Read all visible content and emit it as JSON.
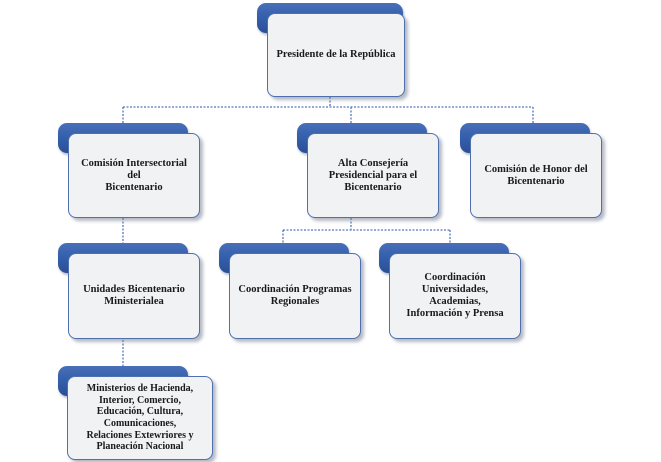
{
  "nodes": {
    "presidente": "Presidente de la República",
    "comision_intersectorial": "Comisión Intersectorial del\nBicentenario",
    "alta_consejeria": "Alta Consejería\nPresidencial para el\nBicentenario",
    "comision_honor": "Comisión de Honor del\nBicentenario",
    "unidades": "Unidades Bicentenario\nMinisterialea",
    "coord_programas": "Coordinación Programas\nRegionales",
    "coord_universidades": "Coordinación\nUniversidades, Academias,\nInformación y Prensa",
    "ministerios": "Ministerios  de Hacienda,\nInterior, Comercio,\nEducación, Cultura,\nComunicaciones,\nRelaciones Extewriores y\nPlaneación Nacional"
  },
  "colors": {
    "box_back": "#3560ad",
    "box_front": "#f1f2f4",
    "connector": "#5577bb"
  }
}
